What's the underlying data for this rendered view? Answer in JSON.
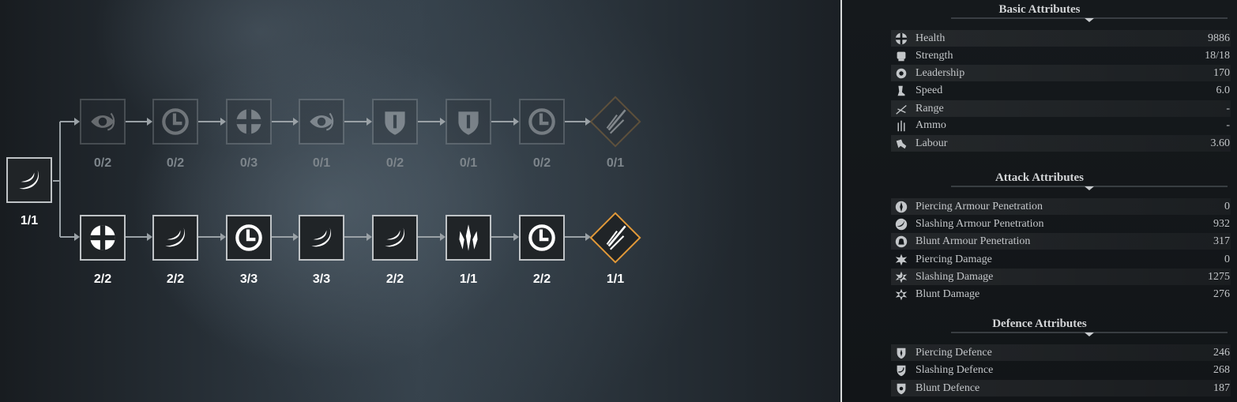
{
  "skill_tree": {
    "root": {
      "icon": "slash-arc-icon",
      "count": "1/1"
    },
    "top_row": [
      {
        "icon": "eye-icon",
        "count": "0/2"
      },
      {
        "icon": "clock-icon",
        "count": "0/2"
      },
      {
        "icon": "health-cross-icon",
        "count": "0/3"
      },
      {
        "icon": "eye-icon",
        "count": "0/1"
      },
      {
        "icon": "shield-icon",
        "count": "0/2"
      },
      {
        "icon": "shield-icon",
        "count": "0/1"
      },
      {
        "icon": "clock-icon",
        "count": "0/2"
      },
      {
        "icon": "spear-volley-icon",
        "count": "0/1"
      }
    ],
    "bottom_row": [
      {
        "icon": "health-cross-icon",
        "count": "2/2"
      },
      {
        "icon": "slash-arc-icon",
        "count": "2/2"
      },
      {
        "icon": "clock-icon",
        "count": "3/3"
      },
      {
        "icon": "slash-arc-icon",
        "count": "3/3"
      },
      {
        "icon": "slash-arc-icon",
        "count": "2/2"
      },
      {
        "icon": "triple-blade-icon",
        "count": "1/1"
      },
      {
        "icon": "clock-icon",
        "count": "2/2"
      },
      {
        "icon": "spear-volley-icon",
        "count": "1/1"
      }
    ],
    "colors": {
      "ultimate_border": "#e29a3a",
      "active_border": "#bfc3c6"
    }
  },
  "attributes": {
    "basic": {
      "title": "Basic Attributes",
      "rows": [
        {
          "icon": "health-icon",
          "label": "Health",
          "value": "9886"
        },
        {
          "icon": "strength-icon",
          "label": "Strength",
          "value": "18/18"
        },
        {
          "icon": "leadership-icon",
          "label": "Leadership",
          "value": "170"
        },
        {
          "icon": "speed-icon",
          "label": "Speed",
          "value": "6.0"
        },
        {
          "icon": "range-icon",
          "label": "Range",
          "value": "-"
        },
        {
          "icon": "ammo-icon",
          "label": "Ammo",
          "value": "-"
        },
        {
          "icon": "labour-icon",
          "label": "Labour",
          "value": "3.60"
        }
      ]
    },
    "attack": {
      "title": "Attack Attributes",
      "rows": [
        {
          "icon": "piercing-penetration-icon",
          "label": "Piercing Armour Penetration",
          "value": "0"
        },
        {
          "icon": "slashing-penetration-icon",
          "label": "Slashing Armour Penetration",
          "value": "932"
        },
        {
          "icon": "blunt-penetration-icon",
          "label": "Blunt Armour Penetration",
          "value": "317"
        },
        {
          "icon": "piercing-damage-icon",
          "label": "Piercing Damage",
          "value": "0"
        },
        {
          "icon": "slashing-damage-icon",
          "label": "Slashing Damage",
          "value": "1275"
        },
        {
          "icon": "blunt-damage-icon",
          "label": "Blunt Damage",
          "value": "276"
        }
      ]
    },
    "defence": {
      "title": "Defence Attributes",
      "rows": [
        {
          "icon": "piercing-defence-icon",
          "label": "Piercing Defence",
          "value": "246"
        },
        {
          "icon": "slashing-defence-icon",
          "label": "Slashing Defence",
          "value": "268"
        },
        {
          "icon": "blunt-defence-icon",
          "label": "Blunt Defence",
          "value": "187"
        }
      ]
    }
  }
}
